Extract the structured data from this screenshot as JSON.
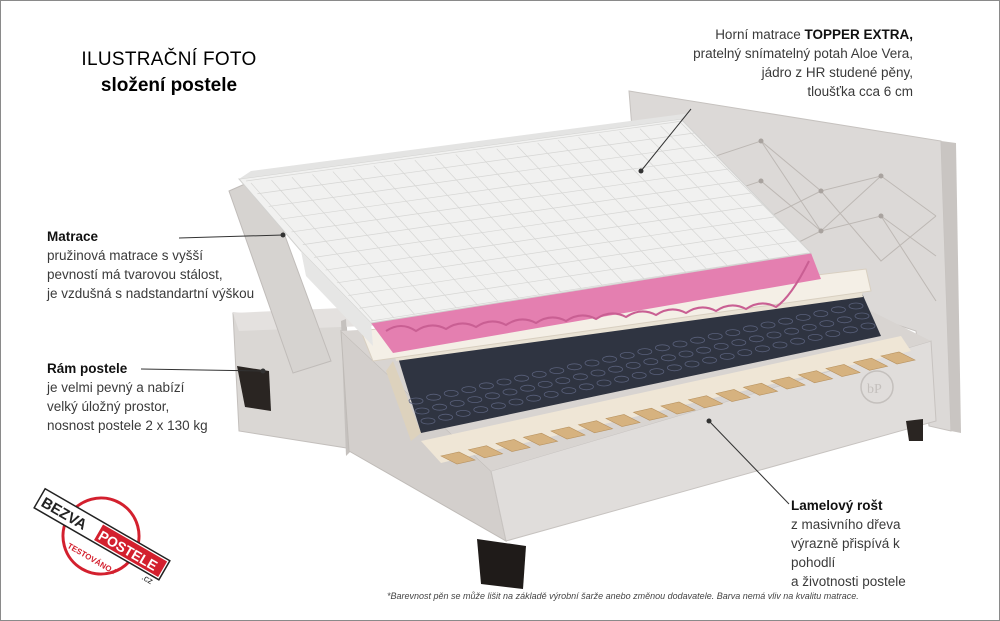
{
  "heading": {
    "line1": "ILUSTRAČNÍ FOTO",
    "line2": "složení postele"
  },
  "topper": {
    "line1_plain": "Horní matrace ",
    "line1_bold": "TOPPER EXTRA,",
    "line2": "pratelný snímatelný potah Aloe Vera,",
    "line3": "jádro z HR studené pěny,",
    "line4": "tloušťka cca 6 cm"
  },
  "matrace": {
    "title": "Matrace",
    "line1": "pružinová matrace s vyšší",
    "line2": "pevností má tvarovou stálost,",
    "line3": "je vzdušná s nadstandartní výškou"
  },
  "ram": {
    "title": "Rám postele",
    "line1": "je velmi pevný a nabízí",
    "line2": "velký úložný prostor,",
    "line3": "nosnost postele 2 x 130 kg"
  },
  "lamel": {
    "title": "Lamelový rošt",
    "line1": "z masivního dřeva",
    "line2": "výrazně přispívá k pohodlí",
    "line3": "a životnosti postele"
  },
  "footnote": "*Barevnost pěn se může lišit na základě výrobní šarže anebo změnou dodavatele.  Barva nemá vliv na kvalitu matrace.",
  "stamp": {
    "brand_left": "BEZVA",
    "brand_right": "POSTELE",
    "tld": ".cz",
    "subtitle": "TESTOVÁNO !"
  },
  "colors": {
    "frame": "#d9d6d4",
    "frame_dark": "#bdb9b6",
    "topper": "#eeeeee",
    "foam_pink": "#e680b0",
    "slat": "#d8b98a",
    "springs": "#2b2f3a",
    "stamp_red": "#d3202e"
  }
}
